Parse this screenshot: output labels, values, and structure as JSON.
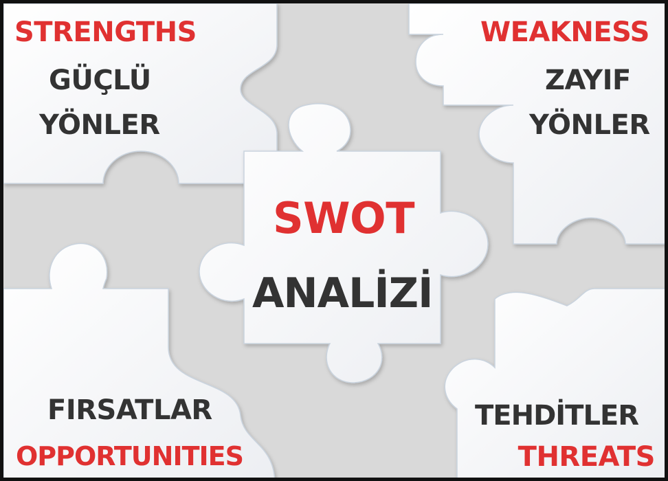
{
  "diagram": {
    "strengths": {
      "en": "STRENGTHS",
      "tr_line1": "GÜÇLÜ",
      "tr_line2": "YÖNLER"
    },
    "weakness": {
      "en": "WEAKNESS",
      "tr_line1": "ZAYIF",
      "tr_line2": "YÖNLER"
    },
    "center": {
      "line1": "SWOT",
      "line2": "ANALİZİ"
    },
    "opportunities": {
      "tr": "FIRSATLAR",
      "en": "OPPORTUNITIES"
    },
    "threats": {
      "tr": "TEHDİTLER",
      "en": "THREATS"
    }
  },
  "colors": {
    "accent_red": "#e03131",
    "text_dark": "#333333",
    "piece_fill": "#f9f9fb",
    "background_gray": "#d9d9d9",
    "border": "#111111"
  }
}
